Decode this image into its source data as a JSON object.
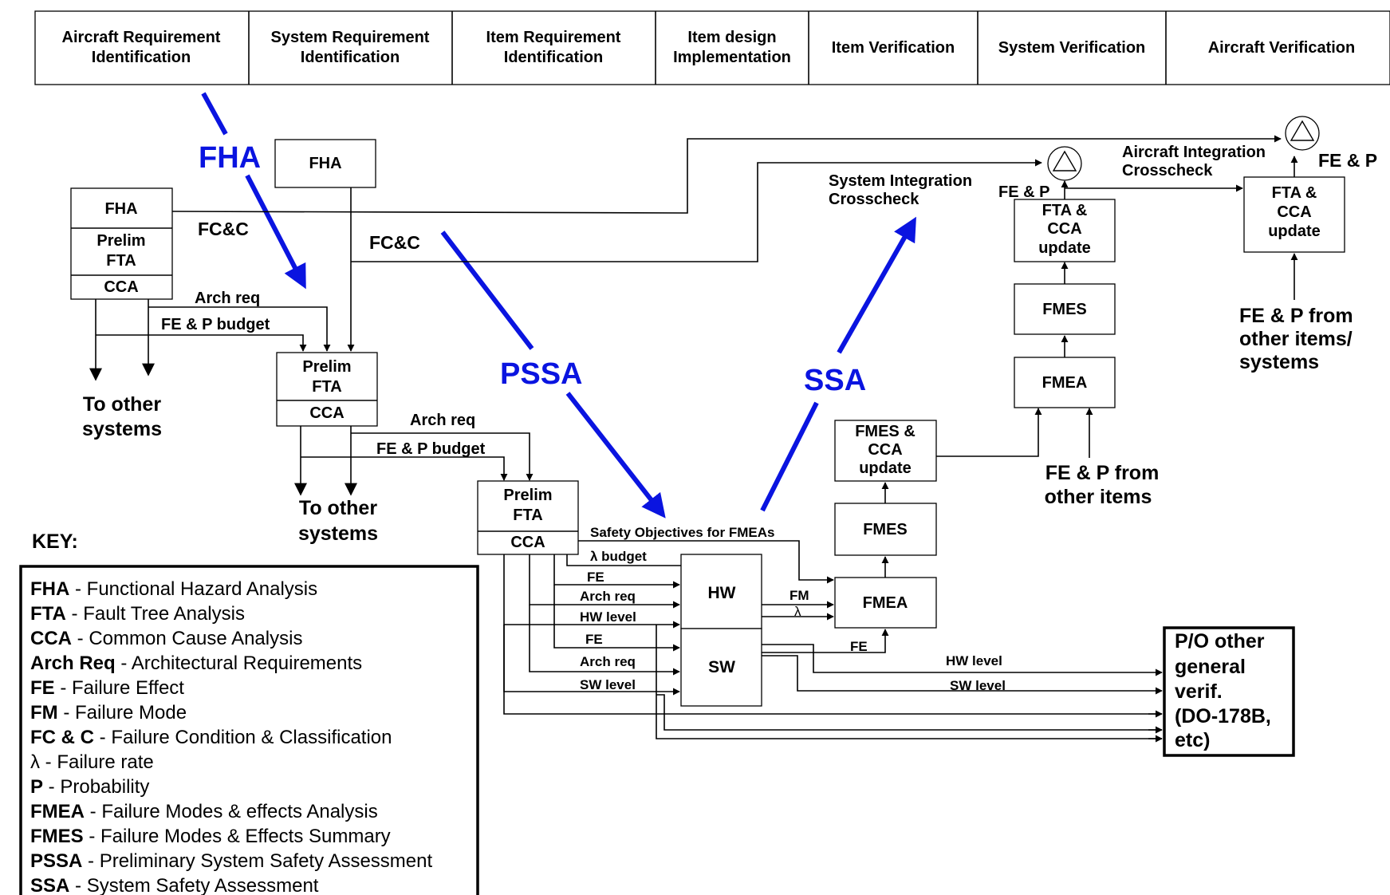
{
  "phases": [
    [
      "Aircraft Requirement",
      "Identification"
    ],
    [
      "System Requirement",
      "Identification"
    ],
    [
      "Item Requirement",
      "Identification"
    ],
    [
      "Item design",
      "Implementation"
    ],
    [
      "Item Verification"
    ],
    [
      "System Verification"
    ],
    [
      "Aircraft Verification"
    ]
  ],
  "process": {
    "fha": "FHA",
    "pssa": "PSSA",
    "ssa": "SSA"
  },
  "aircraft": {
    "fha": "FHA",
    "fta": [
      "Prelim",
      "FTA"
    ],
    "cca": "CCA",
    "to_other": [
      "To other",
      "systems"
    ]
  },
  "system": {
    "fha": "FHA",
    "fta": [
      "Prelim",
      "FTA"
    ],
    "cca": "CCA",
    "to_other": [
      "To other",
      "systems"
    ]
  },
  "item": {
    "fta": [
      "Prelim",
      "FTA"
    ],
    "cca": "CCA",
    "hw": "HW",
    "sw": "SW"
  },
  "flow": {
    "fcc1": "FC&C",
    "fcc2": "FC&C",
    "arch_req_1": "Arch req",
    "budget_1": "FE & P  budget",
    "arch_req_2": "Arch req",
    "budget_2": "FE & P budget",
    "safety_obj": "Safety Objectives for FMEAs",
    "lambda_budget": "λ budget",
    "fe": "FE",
    "arch_req": "Arch req",
    "hw_level": "HW level",
    "sw_level": "SW level",
    "fm": "FM",
    "lambda": "λ",
    "sys_integration": [
      "System Integration",
      "Crosscheck"
    ],
    "ac_integration": [
      "Aircraft Integration",
      "Crosscheck"
    ],
    "fe_p": "FE & P",
    "fe_p_items": [
      "FE & P from",
      "other items"
    ],
    "fe_p_systems": [
      "FE & P from",
      "other items/",
      "systems"
    ]
  },
  "boxes": {
    "fmea_item": "FMEA",
    "fmes_item": "FMES",
    "fmes_cca": [
      "FMES &",
      "CCA",
      "update"
    ],
    "fmea_sys": "FMEA",
    "fmes_sys": "FMES",
    "fta_cca_sys": [
      "FTA &",
      "CCA",
      "update"
    ],
    "fta_cca_ac": [
      "FTA &",
      "CCA",
      "update"
    ],
    "po_other": [
      "P/O other",
      "general",
      "verif.",
      "(DO-178B,",
      "etc)"
    ]
  },
  "key": {
    "title": "KEY:",
    "entries": [
      {
        "abbr": "FHA",
        "desc": " - Functional Hazard Analysis"
      },
      {
        "abbr": "FTA",
        "desc": " - Fault Tree Analysis"
      },
      {
        "abbr": "CCA",
        "desc": " - Common Cause Analysis"
      },
      {
        "abbr": "Arch Req",
        "desc": " - Architectural Requirements"
      },
      {
        "abbr": "FE",
        "desc": " - Failure Effect"
      },
      {
        "abbr": "FM",
        "desc": " - Failure Mode"
      },
      {
        "abbr": "FC & C",
        "desc": " - Failure Condition & Classification"
      },
      {
        "abbr": "λ",
        "desc": " - Failure rate",
        "plain": true
      },
      {
        "abbr": "P",
        "desc": " - Probability"
      },
      {
        "abbr": "FMEA",
        "desc": " - Failure Modes & effects Analysis"
      },
      {
        "abbr": "FMES",
        "desc": " - Failure Modes & Effects Summary"
      },
      {
        "abbr": "PSSA",
        "desc": " - Preliminary System Safety Assessment"
      },
      {
        "abbr": "SSA",
        "desc": " - System Safety Assessment"
      }
    ]
  },
  "colors": {
    "process_arrow": "#0a14e0",
    "line": "#000000"
  }
}
